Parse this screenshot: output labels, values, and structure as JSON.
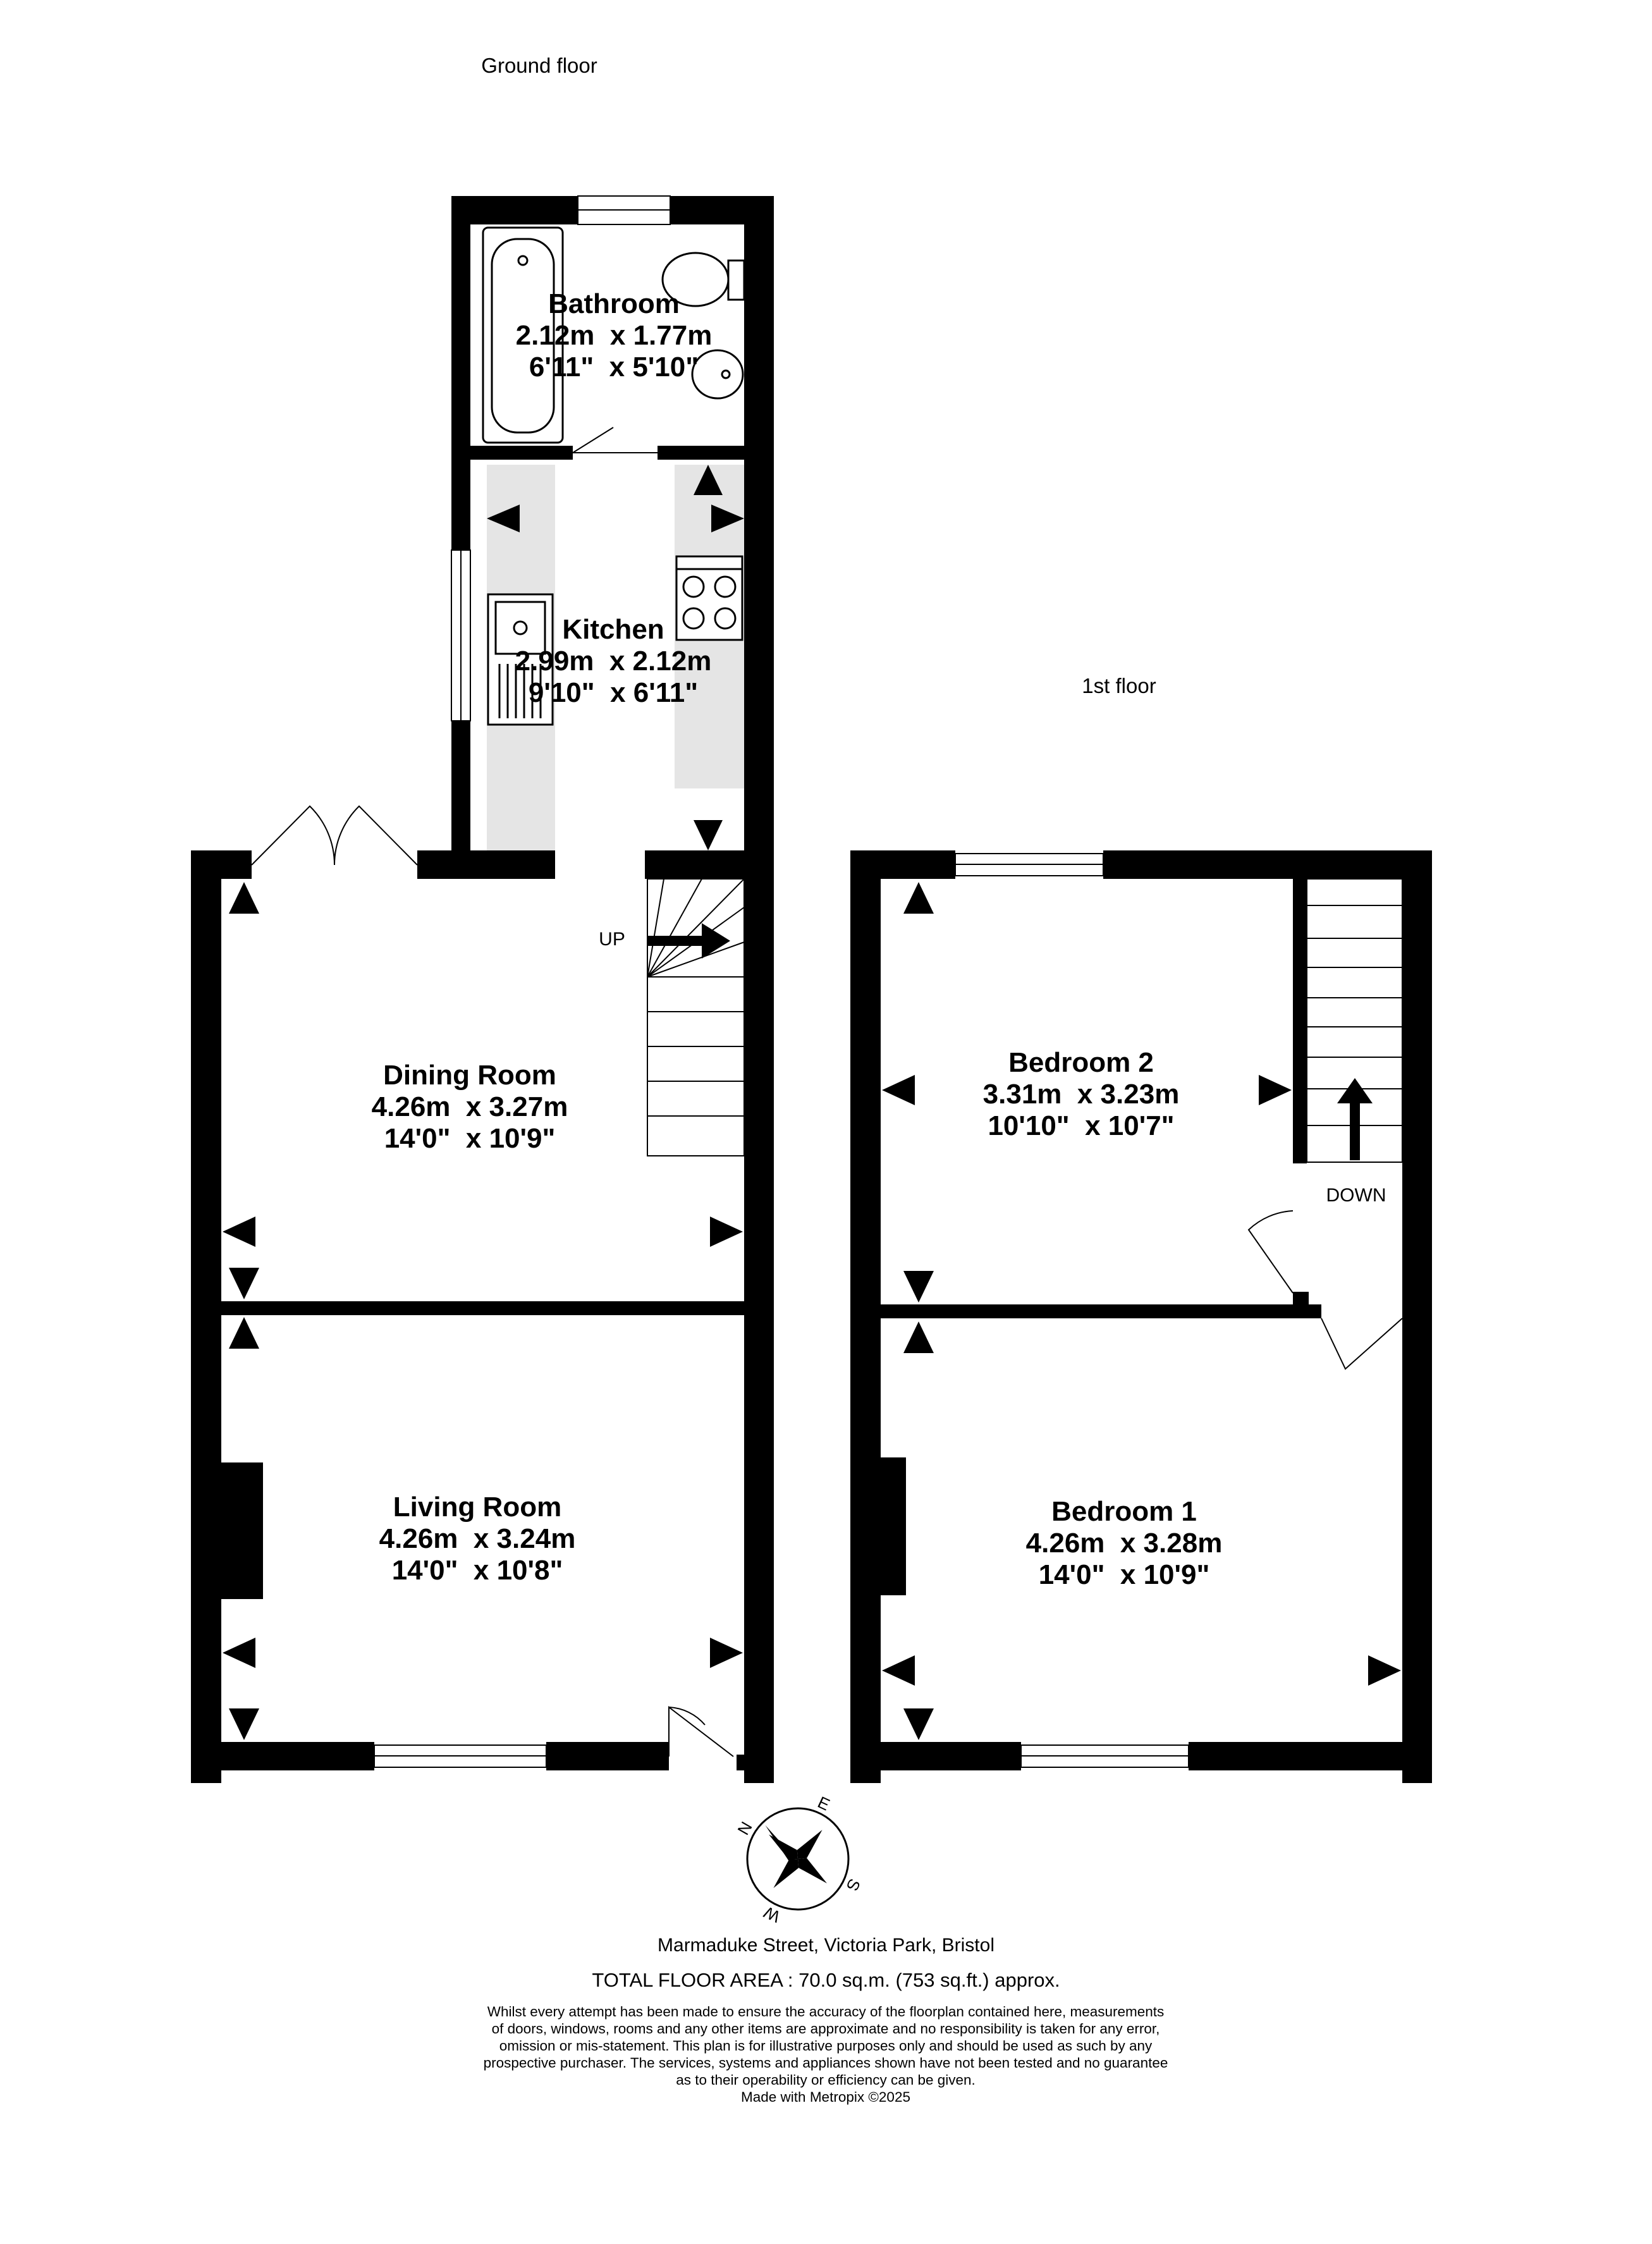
{
  "floors": {
    "ground": "Ground floor",
    "first": "1st floor"
  },
  "rooms": {
    "bathroom": {
      "name": "Bathroom",
      "metric": "2.12m  x 1.77m",
      "imperial": "6'11\"  x 5'10\""
    },
    "kitchen": {
      "name": "Kitchen",
      "metric": "2.99m  x 2.12m",
      "imperial": "9'10\"  x 6'11\""
    },
    "dining_room": {
      "name": "Dining Room",
      "metric": "4.26m  x 3.27m",
      "imperial": "14'0\"  x 10'9\""
    },
    "living_room": {
      "name": "Living Room",
      "metric": "4.26m  x 3.24m",
      "imperial": "14'0\"  x 10'8\""
    },
    "bedroom_2": {
      "name": "Bedroom 2",
      "metric": "3.31m  x 3.23m",
      "imperial": "10'10\"  x 10'7\""
    },
    "bedroom_1": {
      "name": "Bedroom 1",
      "metric": "4.26m  x 3.28m",
      "imperial": "14'0\"  x 10'9\""
    }
  },
  "stairs": {
    "up": "UP",
    "down": "DOWN"
  },
  "compass": {
    "n": "N",
    "e": "E",
    "s": "S",
    "w": "W"
  },
  "footer": {
    "address": "Marmaduke Street, Victoria Park, Bristol",
    "total_area": "TOTAL FLOOR AREA : 70.0 sq.m. (753 sq.ft.) approx.",
    "disclaimer": [
      "Whilst every attempt has been made to ensure the accuracy of the floorplan contained here, measurements",
      "of doors, windows, rooms and any other items are approximate and no responsibility is taken for any error,",
      "omission or mis-statement. This plan is for illustrative purposes only and should be used as such by any",
      "prospective purchaser. The services, systems and appliances shown have not been tested and no guarantee",
      "as to their operability or efficiency can be given.",
      "Made with Metropix ©2025"
    ]
  },
  "colors": {
    "wall": "#000000",
    "fitted_units": "#e5e5e5",
    "background": "#ffffff"
  }
}
